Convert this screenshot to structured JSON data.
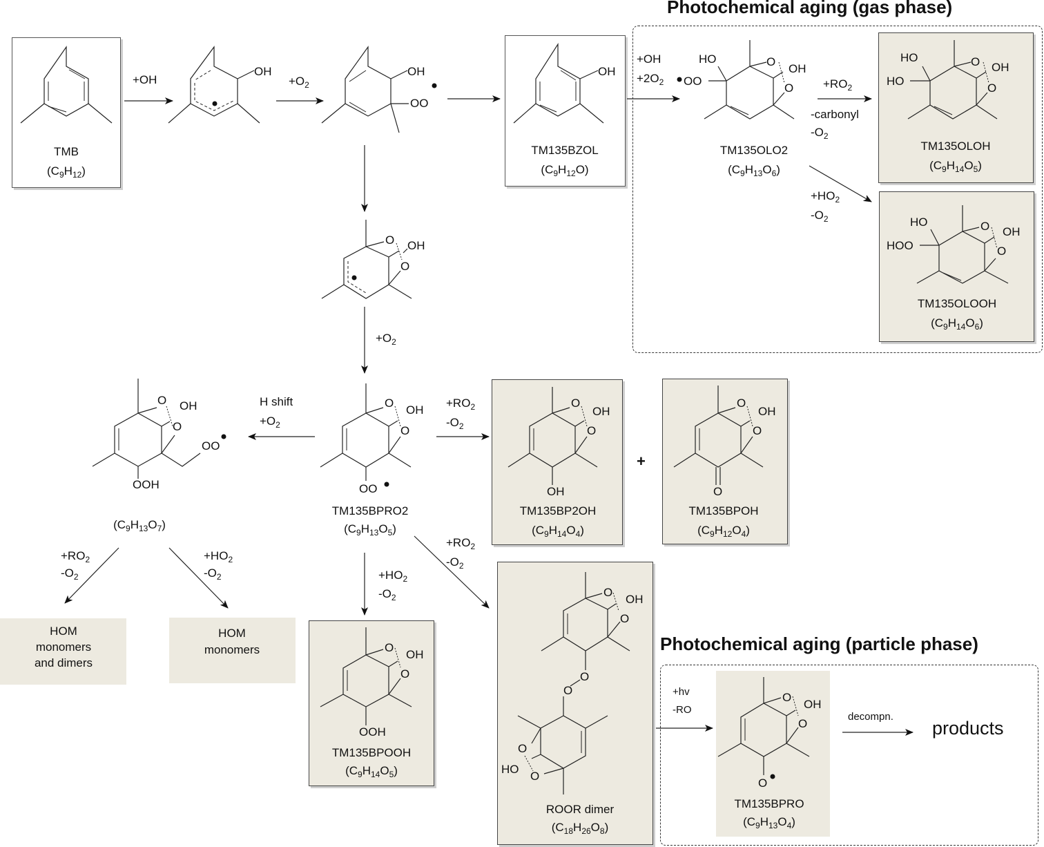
{
  "sections": {
    "gas_phase_title": "Photochemical aging (gas phase)",
    "particle_phase_title": "Photochemical aging (particle phase)"
  },
  "species": {
    "tmb": {
      "name": "TMB",
      "formula_parts": [
        "(C",
        "9",
        "H",
        "12",
        ")"
      ]
    },
    "bzol": {
      "name": "TM135BZOL",
      "formula": "(C9H12O)"
    },
    "olo2": {
      "name": "TM135OLO2",
      "formula": "(C9H13O6)"
    },
    "oloh": {
      "name": "TM135OLOH",
      "formula": "(C9H14O5)"
    },
    "olooh": {
      "name": "TM135OLOOH",
      "formula": "(C9H14O6)"
    },
    "bpro2": {
      "name": "TM135BPRO2",
      "formula": "(C9H13O5)"
    },
    "c9h13o7": {
      "formula": "(C9H13O7)"
    },
    "bp2oh": {
      "name": "TM135BP2OH",
      "formula": "(C9H14O4)"
    },
    "bpoh": {
      "name": "TM135BPOH",
      "formula": "(C9H12O4)"
    },
    "bpooh": {
      "name": "TM135BPOOH",
      "formula": "(C9H14O5)"
    },
    "roor": {
      "name": "ROOR dimer",
      "formula": "(C18H26O8)"
    },
    "bpro": {
      "name": "TM135BPRO",
      "formula": "(C9H13O4)"
    }
  },
  "hom_boxes": {
    "left": [
      "HOM",
      "monomers",
      "and dimers"
    ],
    "right": [
      "HOM",
      "monomers"
    ]
  },
  "reactions": {
    "r1": [
      "+OH"
    ],
    "r2": [
      "+O2"
    ],
    "r4": [
      "+OH",
      "+2O2"
    ],
    "r5": [
      "+RO2",
      "-carbonyl",
      "-O2"
    ],
    "r6": [
      "+HO2",
      "-O2"
    ],
    "r7": [
      "+O2"
    ],
    "r8": [
      "H shift",
      "+O2"
    ],
    "r9": [
      "+RO2",
      "-O2"
    ],
    "r10": [
      "+RO2",
      "-O2"
    ],
    "r11": [
      "+HO2",
      "-O2"
    ],
    "r12": [
      "+RO2",
      "-O2"
    ],
    "r13": [
      "+HO2",
      "-O2"
    ],
    "r14": [
      "+hv",
      "-RO"
    ],
    "r15": [
      "decompn."
    ]
  },
  "atom_labels": {
    "OH": "OH",
    "HO": "HO",
    "HOO": "HOO",
    "OO": "OO",
    "OOH": "OOH",
    "O": "O"
  },
  "plus_sign": "+",
  "products_label": "products"
}
